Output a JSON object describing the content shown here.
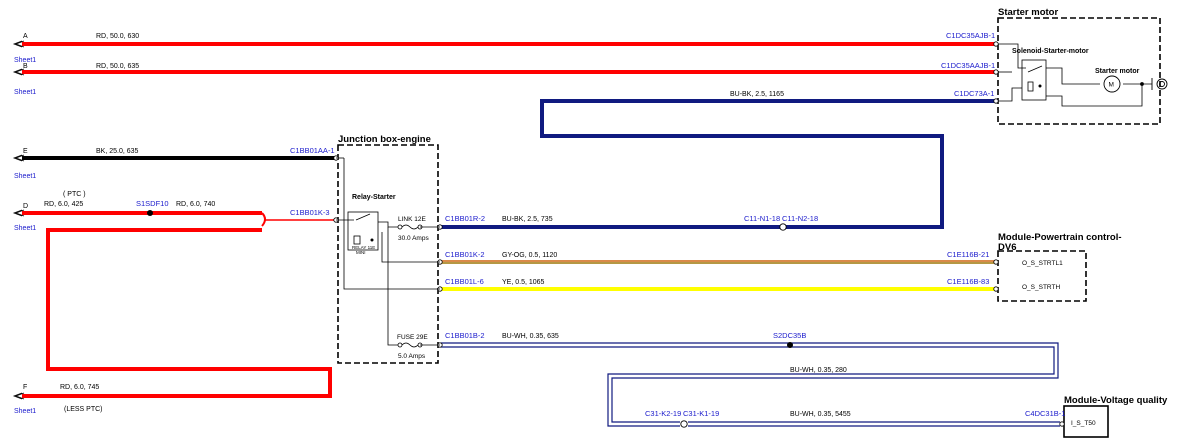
{
  "colors": {
    "red": "#ff0000",
    "black": "#000000",
    "navy": "#101a80",
    "orange": "#d98a4a",
    "olive": "#a0a040",
    "yellow": "#ffff00",
    "connector_text": "#1a1acc"
  },
  "components": {
    "starter_motor_box": "Starter motor",
    "solenoid": "Solenoid-Starter-motor",
    "starter_motor_label": "Starter motor",
    "motor_symbol": "M",
    "junction_box": "Junction box-engine",
    "relay": "Relay-Starter",
    "relay_sub": "RELAY 11E",
    "relay_sub2": "MINI",
    "link": "LINK 12E",
    "link_rating": "30.0 Amps",
    "fuse": "FUSE 29E",
    "fuse_rating": "5.0 Amps",
    "pcm_line1": "Module-Powertrain control-",
    "pcm_line2": "DV6",
    "pcm_pin1": "O_S_STRTL1",
    "pcm_pin2": "O_S_STRTH",
    "vq_module": "Module-Voltage quality",
    "vq_pin": "I_S_T50"
  },
  "offpage": [
    {
      "letter": "A",
      "sheet": "Sheet1"
    },
    {
      "letter": "B",
      "sheet": "Sheet1"
    },
    {
      "letter": "E",
      "sheet": "Sheet1"
    },
    {
      "letter": "D",
      "sheet": "Sheet1"
    },
    {
      "letter": "F",
      "sheet": "Sheet1"
    }
  ],
  "wires": {
    "a": "RD, 50.0, 630",
    "b": "RD, 50.0, 635",
    "c": "BU-BK, 2.5, 1165",
    "e": "BK, 25.0, 635",
    "d1": "RD, 6.0, 425",
    "d1_note": "( PTC )",
    "d2": "RD, 6.0, 740",
    "f": "RD, 6.0, 745",
    "f_note": "(LESS PTC)",
    "r2": "BU-BK, 2.5, 735",
    "k2": "GY-OG, 0.5, 1120",
    "l6": "YE, 0.5, 1065",
    "b2": "BU-WH, 0.35, 635",
    "s2": "BU-WH, 0.35, 280",
    "k1": "BU-WH, 0.35, 5455"
  },
  "connectors": {
    "c1dc35ajb_a": "C1DC35AJB-1",
    "c1dc35aajb_b": "C1DC35AAJB-1",
    "c1dc73a": "C1DC73A-1",
    "c1bb01aa": "C1BB01AA-1",
    "c1bb01k3": "C1BB01K-3",
    "s1sdf10": "S1SDF10",
    "c1bb01r2": "C1BB01R-2",
    "c11n118": "C11-N1-18",
    "c11n218": "C11-N2-18",
    "c1bb01k2": "C1BB01K-2",
    "c1e116b21": "C1E116B-21",
    "c1bb01l6": "C1BB01L-6",
    "c1e116b83": "C1E116B-83",
    "c1bb01b2": "C1BB01B-2",
    "s2dc35b": "S2DC35B",
    "c31k219": "C31-K2-19",
    "c31k119": "C31-K1-19",
    "c4dc31b1": "C4DC31B-1"
  }
}
